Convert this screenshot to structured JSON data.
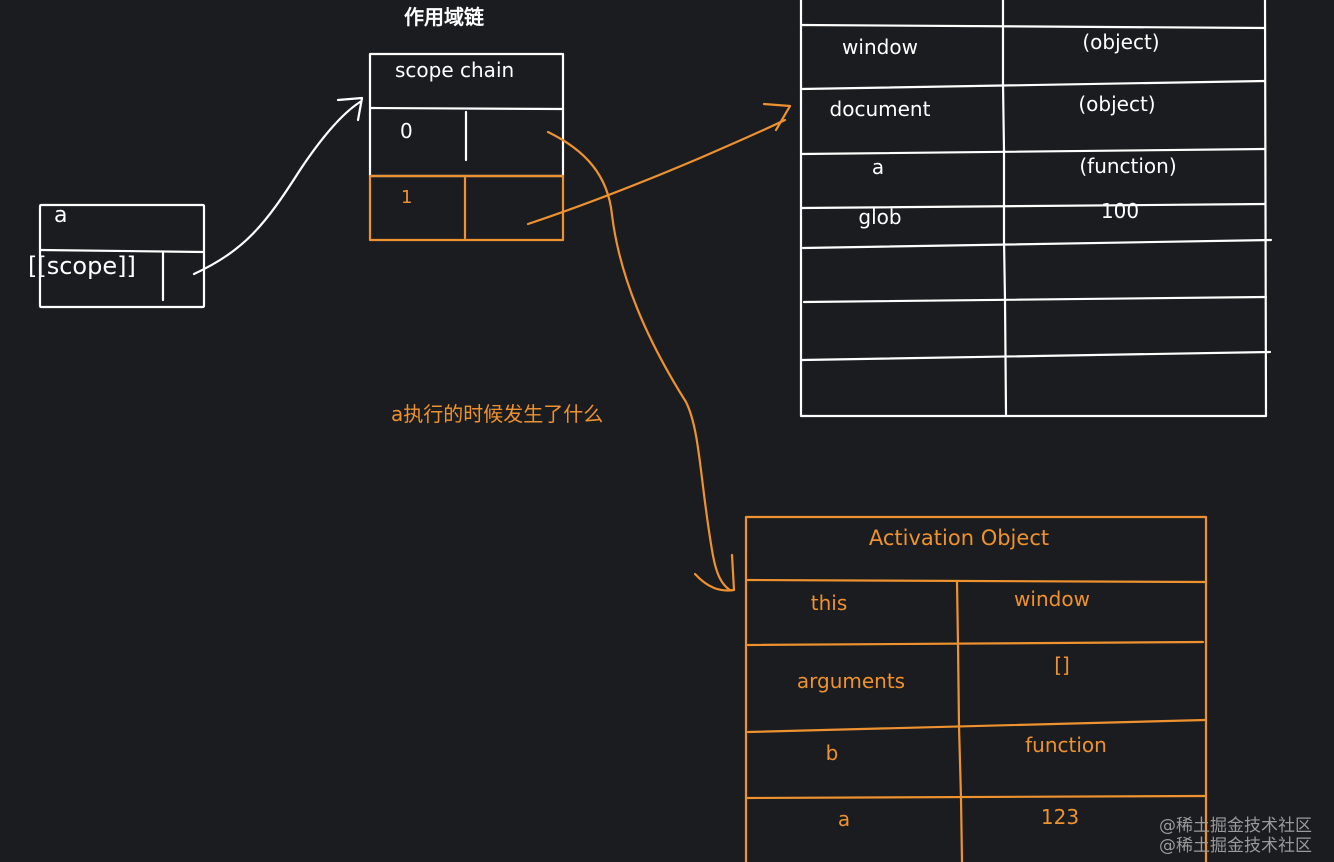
{
  "colors": {
    "background": "#1b1c20",
    "ink": "#ffffff",
    "accent": "#ee922f"
  },
  "title": "作用域链",
  "question": "a执行的时候发生了什么",
  "func_box": {
    "name": "a",
    "scope_label": "[[scope]]"
  },
  "scope_chain": {
    "header": "scope chain",
    "index_0": "0",
    "index_1": "1"
  },
  "global_object": {
    "rows": [
      {
        "key": "window",
        "value": "(object)"
      },
      {
        "key": "document",
        "value": "(object)"
      },
      {
        "key": "a",
        "value": "(function)"
      },
      {
        "key": "glob",
        "value": "100"
      }
    ]
  },
  "activation_object": {
    "header": "Activation Object",
    "rows": [
      {
        "key": "this",
        "value": "window"
      },
      {
        "key": "arguments",
        "value": "[]"
      },
      {
        "key": "b",
        "value": "function"
      },
      {
        "key": "a",
        "value": "123"
      }
    ]
  },
  "watermark": {
    "line1": "@稀土掘金技术社区",
    "line2": "@稀土掘金技术社区"
  }
}
